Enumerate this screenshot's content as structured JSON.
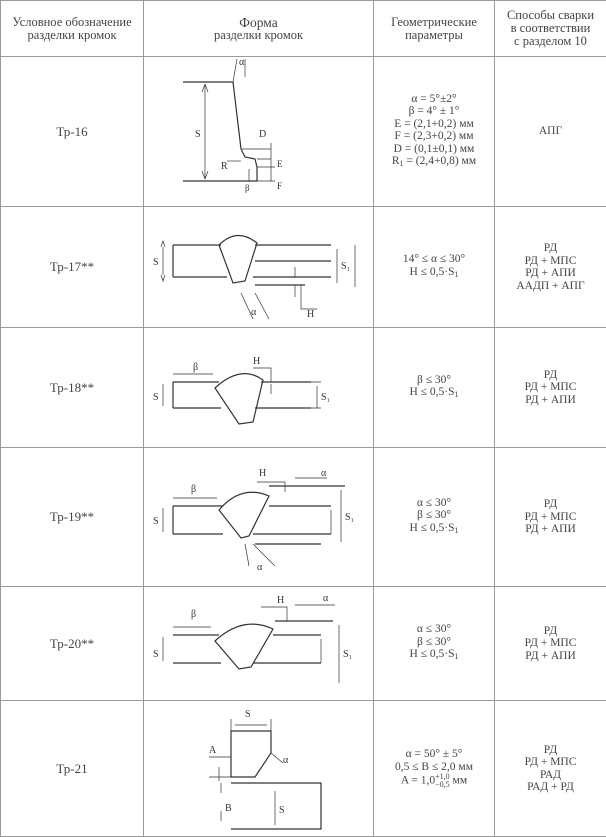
{
  "header": {
    "col1_line1": "Условное обозначение",
    "col1_line2": "разделки кромок",
    "col2_line1": "Форма",
    "col2_line2": "разделки кромок",
    "col3_line1": "Геометрические",
    "col3_line2": "параметры",
    "col4_line1": "Способы сварки",
    "col4_line2": "в соответствии",
    "col4_line3": "с разделом 10"
  },
  "rows": [
    {
      "code": "Тр-16",
      "params": [
        "α = 5°±2°",
        "β = 4° ± 1°",
        "E = (2,1+0,2) мм",
        "F = (2,3+0,2) мм",
        "D = (0,1±0,1) мм",
        "R",
        "1",
        " = (2,4+0,8) мм"
      ],
      "methods": [
        "АПГ"
      ],
      "labels": {
        "alpha": "α",
        "s": "S",
        "d": "D",
        "r": "R",
        "e": "E",
        "beta": "β",
        "f": "F"
      }
    },
    {
      "code": "Тр-17**",
      "params": [
        "14° ≤ α ≤ 30°",
        "H ≤ 0,5·S",
        "1"
      ],
      "methods": [
        "РД",
        "РД + МПС",
        "РД + АПИ",
        "ААДП + АПГ"
      ],
      "labels": {
        "s": "S",
        "s1": "S₁",
        "alpha": "α",
        "h": "H"
      }
    },
    {
      "code": "Тр-18**",
      "params": [
        "β ≤ 30°",
        "H ≤ 0,5·S",
        "1"
      ],
      "methods": [
        "РД",
        "РД + МПС",
        "РД + АПИ"
      ],
      "labels": {
        "beta": "β",
        "h": "H",
        "s": "S",
        "s1": "S₁"
      }
    },
    {
      "code": "Тр-19**",
      "params": [
        "α ≤ 30°",
        "β ≤ 30°",
        "H ≤ 0,5·S",
        "1"
      ],
      "methods": [
        "РД",
        "РД + МПС",
        "РД + АПИ"
      ],
      "labels": {
        "beta": "β",
        "h": "H",
        "alpha": "α",
        "s": "S",
        "s1": "S₁"
      }
    },
    {
      "code": "Тр-20**",
      "params": [
        "α ≤ 30°",
        "β ≤ 30°",
        "H ≤ 0,5·S",
        "1"
      ],
      "methods": [
        "РД",
        "РД + МПС",
        "РД + АПИ"
      ],
      "labels": {
        "beta": "β",
        "h": "H",
        "alpha": "α",
        "s": "S",
        "s1": "S₁"
      }
    },
    {
      "code": "Тр-21",
      "params": [
        "α = 50° ± 5°",
        "0,5 ≤ B ≤ 2,0 мм",
        "A = 1,0",
        "+1,0",
        "−0,5",
        " мм"
      ],
      "methods": [
        "РД",
        "РД + МПС",
        "РАД",
        "РАД + РД"
      ],
      "labels": {
        "s": "S",
        "a": "A",
        "alpha": "α",
        "b": "B"
      }
    }
  ]
}
